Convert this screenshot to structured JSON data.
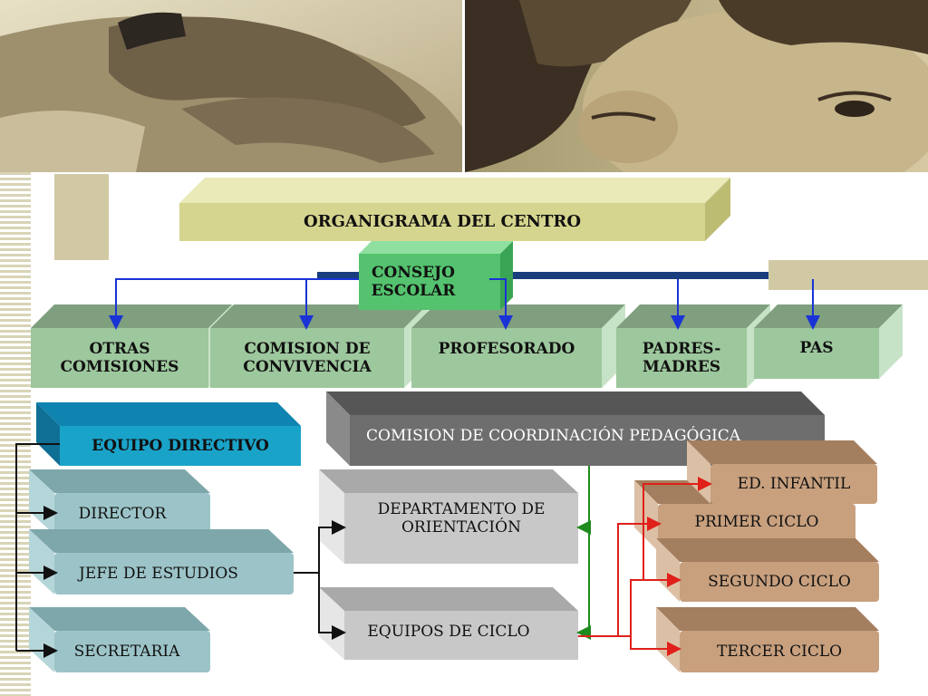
{
  "title": "ORGANIGRAMA DEL CENTRO",
  "consejo": "CONSEJO\nESCOLAR",
  "top_row": [
    "OTRAS\nCOMISIONES",
    "COMISION DE\nCONVIVENCIA",
    "PROFESORADO",
    "PADRES-\nMADRES",
    "PAS"
  ],
  "equipo_directivo": "EQUIPO DIRECTIVO",
  "directivo_items": [
    "DIRECTOR",
    "JEFE DE ESTUDIOS",
    "SECRETARIA"
  ],
  "ccp": "COMISION DE COORDINACIÓN PEDAGÓGICA",
  "departamento": "DEPARTAMENTO DE\nORIENTACIÓN",
  "equipos_ciclo": "EQUIPOS DE CICLO",
  "ciclos": [
    "ED. INFANTIL",
    "PRIMER CICLO",
    "SEGUNDO CICLO",
    "TERCER CICLO"
  ],
  "colors": {
    "title_box": "#d6d58f",
    "green_box": "#9dc79d",
    "consejo_box": "#54c26e",
    "blue_box": "#1aa3c9",
    "teal_box": "#9cc4c8",
    "gray_dark": "#6e6e6e",
    "gray_light": "#c8c8c8",
    "brown_box": "#c8a07e",
    "blue_line": "#1a33d6",
    "red_line": "#e0201a",
    "green_line": "#1f8a1f"
  }
}
